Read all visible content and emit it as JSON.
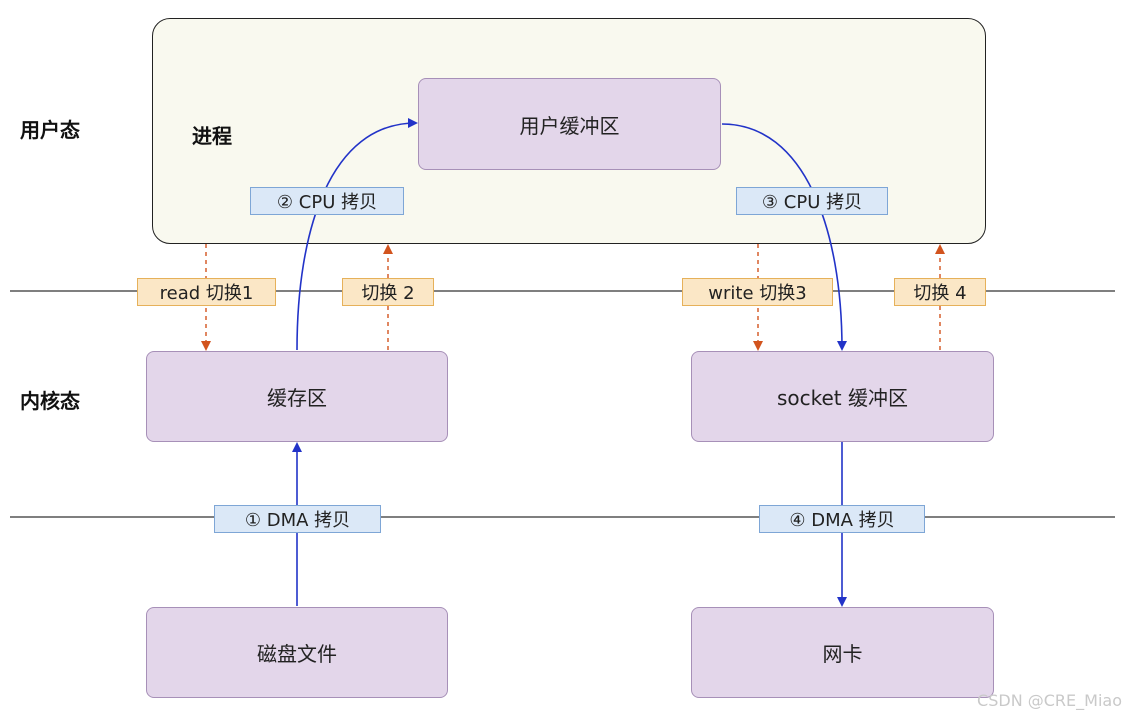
{
  "labels": {
    "user_mode": "用户态",
    "kernel_mode": "内核态",
    "process": "进程"
  },
  "boxes": {
    "user_buffer": "用户缓冲区",
    "cache_buffer": "缓存区",
    "socket_buffer": "socket 缓冲区",
    "disk_file": "磁盘文件",
    "nic": "网卡"
  },
  "copy_tags": {
    "dma_copy_1": "① DMA 拷贝",
    "cpu_copy_2": "② CPU 拷贝",
    "cpu_copy_3": "③ CPU 拷贝",
    "dma_copy_4": "④ DMA 拷贝"
  },
  "switch_tags": {
    "read_switch_1": "read 切换1",
    "switch_2": "切换 2",
    "write_switch_3": "write 切换3",
    "switch_4": "切换 4"
  },
  "colors": {
    "blue_arrow": "#2233c8",
    "orange_dashed": "#d2541e",
    "box_fill": "#e3d6ea",
    "process_fill": "#f9f9ef"
  },
  "watermark": "CSDN @CRE_Miao"
}
